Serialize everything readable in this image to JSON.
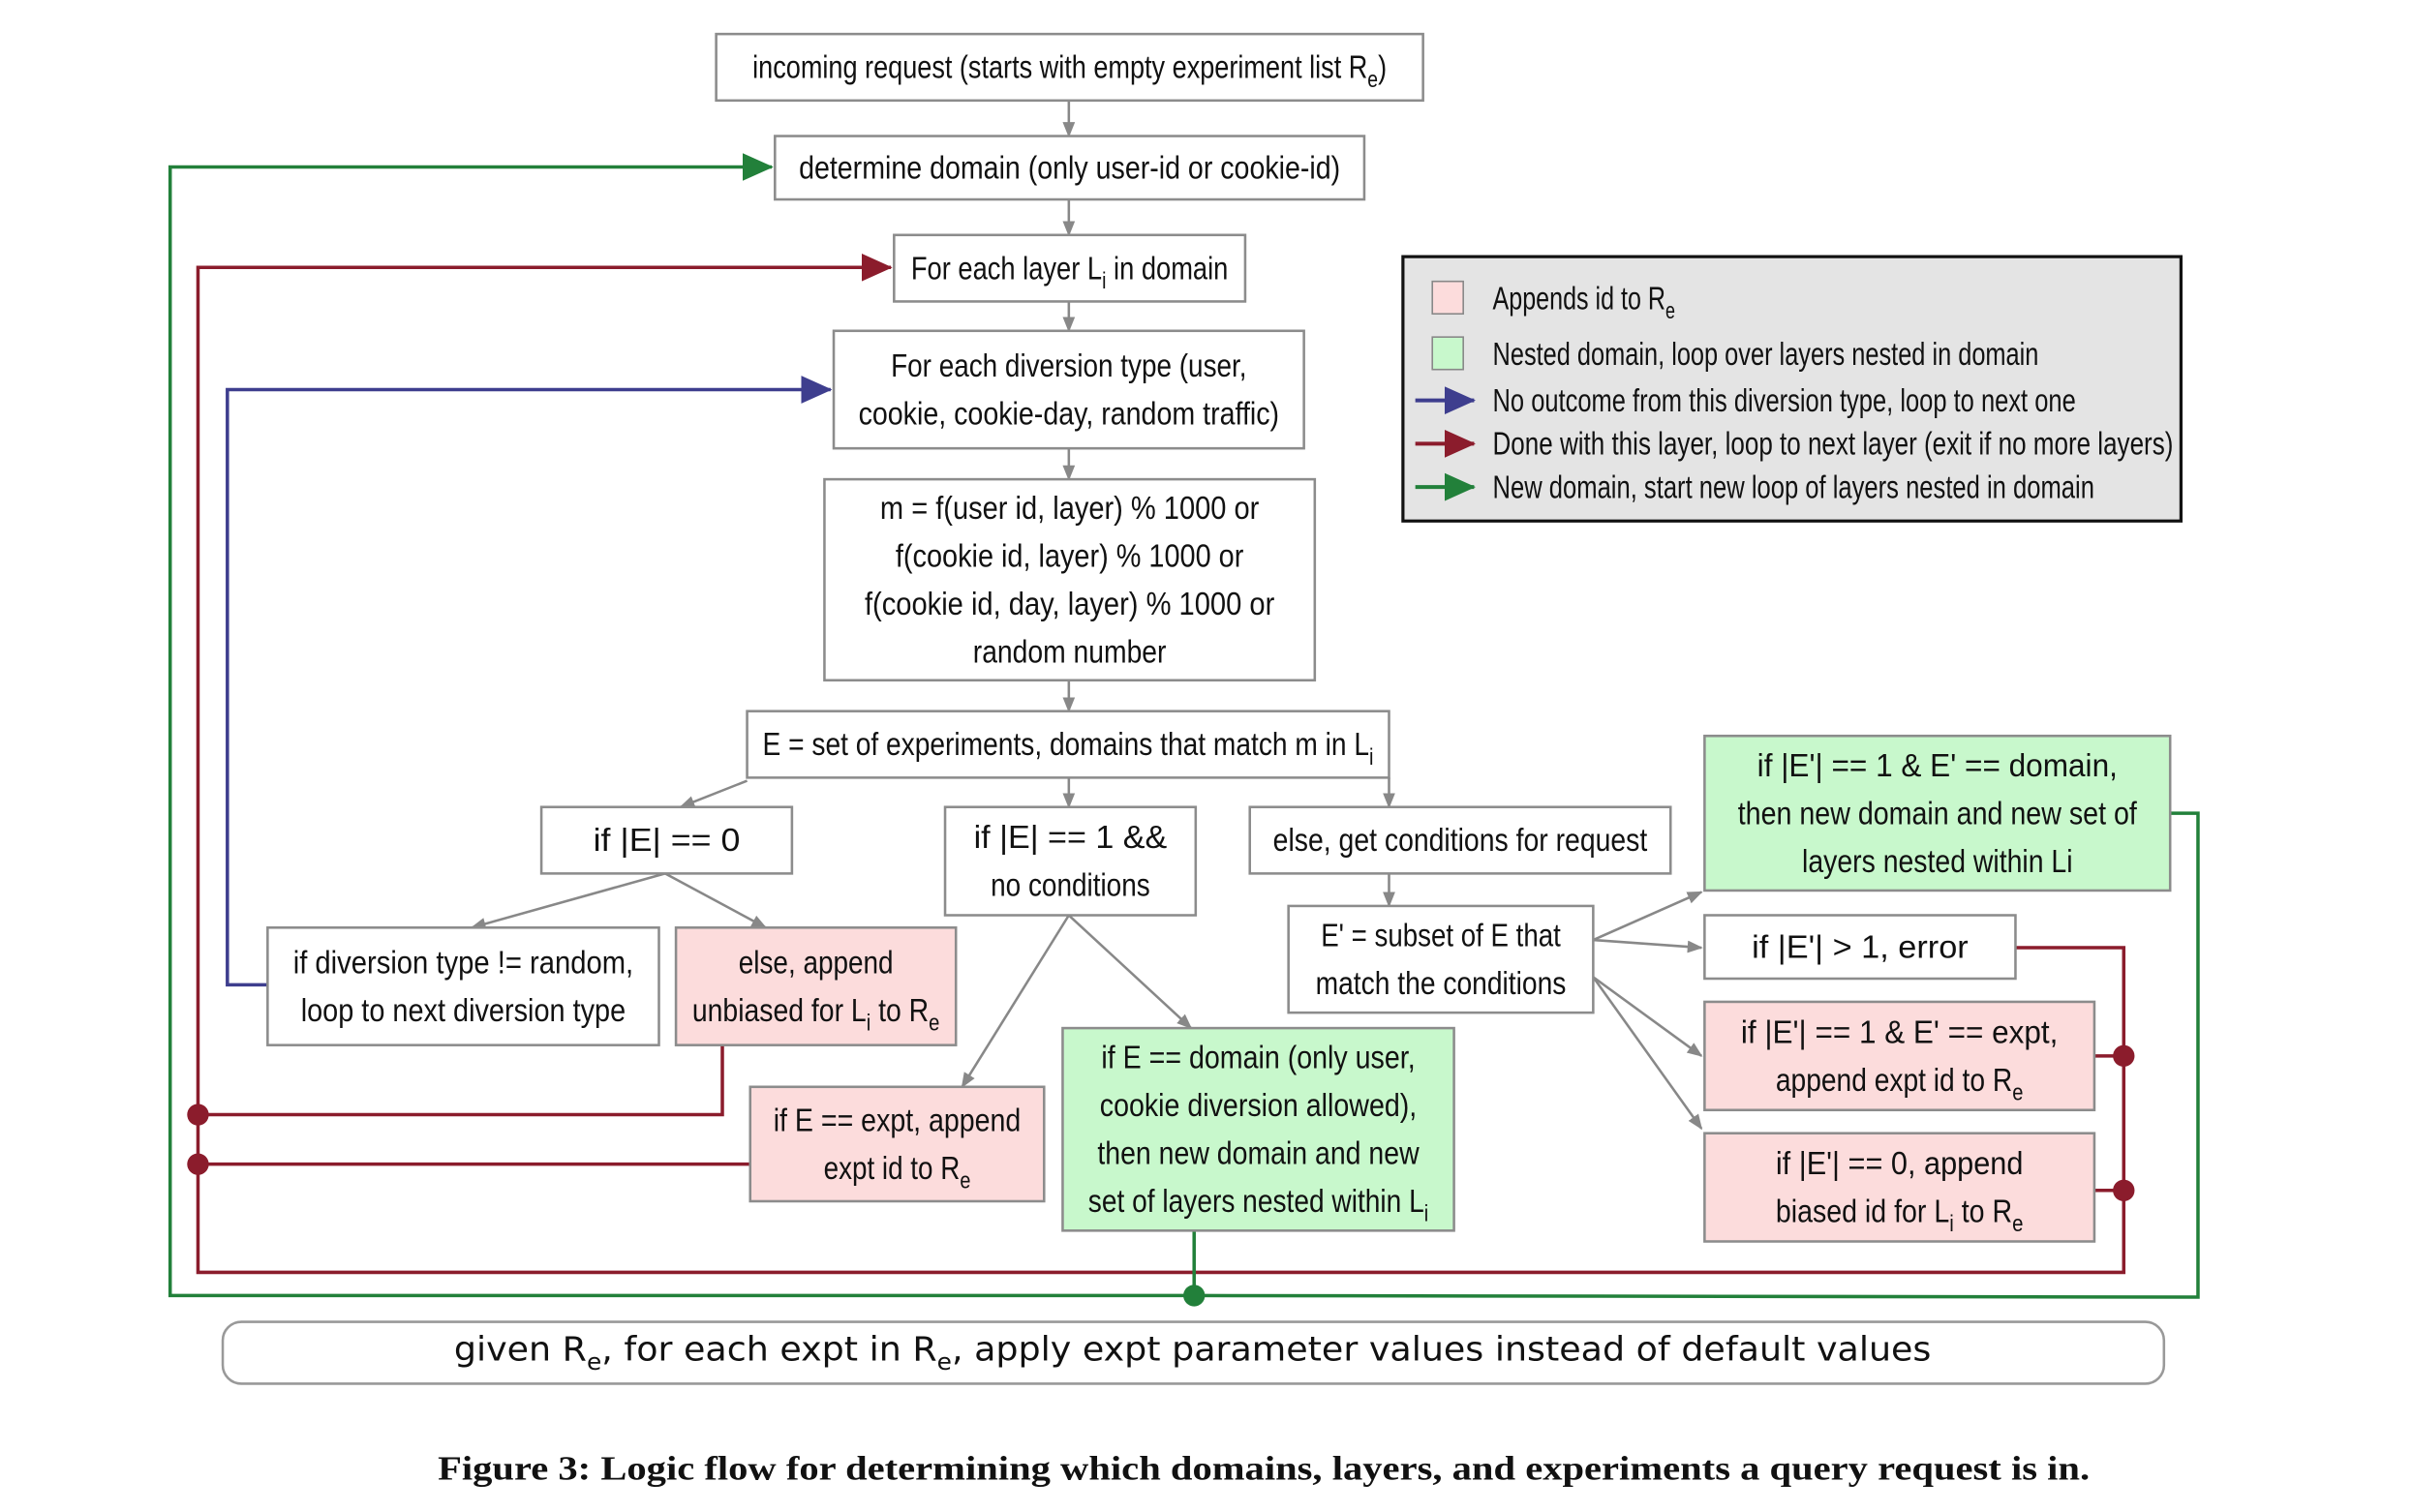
{
  "colors": {
    "append_fill": "#fcdcdc",
    "nested_fill": "#c8f8cc",
    "box_border": "#8c8c8c",
    "arrow_gray": "#888888",
    "blue_loop": "#3e3e8e",
    "red_loop": "#8b1c2c",
    "green_loop": "#22803a",
    "legend_bg": "#e4e4e4"
  },
  "boxes": {
    "incoming": [
      [
        [
          "incoming request (starts with  empty experiment list R",
          0
        ],
        [
          "e",
          1
        ],
        [
          ")",
          0
        ]
      ]
    ],
    "domain": [
      [
        [
          "determine domain (only user-id or cookie-id)",
          0
        ]
      ]
    ],
    "layer": [
      [
        [
          "For each layer L",
          0
        ],
        [
          "i",
          1
        ],
        [
          " in domain",
          0
        ]
      ]
    ],
    "diversion": [
      [
        [
          "For each diversion type (user,",
          0
        ]
      ],
      [
        [
          "cookie, cookie-day, random traffic)",
          0
        ]
      ]
    ],
    "hash": [
      [
        [
          "m = f(user id, layer) % 1000 or",
          0
        ]
      ],
      [
        [
          "f(cookie id, layer) % 1000 or",
          0
        ]
      ],
      [
        [
          "f(cookie id, day, layer) % 1000 or",
          0
        ]
      ],
      [
        [
          "random number",
          0
        ]
      ]
    ],
    "eset": [
      [
        [
          "E = set of experiments, domains that match m in L",
          0
        ],
        [
          "i",
          1
        ]
      ]
    ],
    "e0": [
      [
        [
          "if |E| == 0",
          0
        ]
      ]
    ],
    "e1": [
      [
        [
          "if |E| == 1 &&",
          0
        ]
      ],
      [
        [
          "no conditions",
          0
        ]
      ]
    ],
    "econd": [
      [
        [
          "else, get conditions for request",
          0
        ]
      ]
    ],
    "divnext": [
      [
        [
          "if diversion type != random,",
          0
        ]
      ],
      [
        [
          "loop to next diversion type",
          0
        ]
      ]
    ],
    "unbiased": [
      [
        [
          "else, append",
          0
        ]
      ],
      [
        [
          "unbiased for L",
          0
        ],
        [
          "i",
          1
        ],
        [
          " to R",
          0
        ],
        [
          "e",
          1
        ]
      ]
    ],
    "eexpt": [
      [
        [
          "if E == expt, append",
          0
        ]
      ],
      [
        [
          "expt id to R",
          0
        ],
        [
          "e",
          1
        ]
      ]
    ],
    "edomain": [
      [
        [
          "if E == domain (only user,",
          0
        ]
      ],
      [
        [
          "cookie diversion allowed),",
          0
        ]
      ],
      [
        [
          "then new domain and new",
          0
        ]
      ],
      [
        [
          "set of layers nested within L",
          0
        ],
        [
          "i",
          1
        ]
      ]
    ],
    "esub": [
      [
        [
          "E' = subset of E that",
          0
        ]
      ],
      [
        [
          "match the conditions",
          0
        ]
      ]
    ],
    "epdomain": [
      [
        [
          "if |E'| == 1 & E' == domain,",
          0
        ]
      ],
      [
        [
          "then new domain and new set of",
          0
        ]
      ],
      [
        [
          "layers nested within Li",
          0
        ]
      ]
    ],
    "eperror": [
      [
        [
          "if |E'| > 1, error",
          0
        ]
      ]
    ],
    "epexpt": [
      [
        [
          "if |E'| == 1 & E' == expt,",
          0
        ]
      ],
      [
        [
          "append expt id to R",
          0
        ],
        [
          "e",
          1
        ]
      ]
    ],
    "ep0": [
      [
        [
          "if |E'| == 0, append",
          0
        ]
      ],
      [
        [
          "biased id for L",
          0
        ],
        [
          "i",
          1
        ],
        [
          " to R",
          0
        ],
        [
          "e",
          1
        ]
      ]
    ]
  },
  "legend": [
    {
      "icon": "pink-square",
      "segs": [
        [
          "Appends id to R",
          0
        ],
        [
          "e",
          1
        ]
      ]
    },
    {
      "icon": "green-square",
      "segs": [
        [
          "Nested domain, loop over layers nested in domain",
          0
        ]
      ]
    },
    {
      "icon": "blue-arrow",
      "segs": [
        [
          "No outcome from this diversion type, loop to next one",
          0
        ]
      ]
    },
    {
      "icon": "red-arrow",
      "segs": [
        [
          "Done with this layer, loop to next layer (exit if no more layers)",
          0
        ]
      ]
    },
    {
      "icon": "green-arrow",
      "segs": [
        [
          "New domain, start new loop of layers nested in domain",
          0
        ]
      ]
    }
  ],
  "footer": [
    [
      "given R",
      0
    ],
    [
      "e",
      1
    ],
    [
      ", for each expt in R",
      0
    ],
    [
      "e",
      1
    ],
    [
      ", apply expt parameter values instead of default values",
      0
    ]
  ],
  "caption": "Figure 3: Logic flow for determining which domains, layers, and experiments a query request is in."
}
